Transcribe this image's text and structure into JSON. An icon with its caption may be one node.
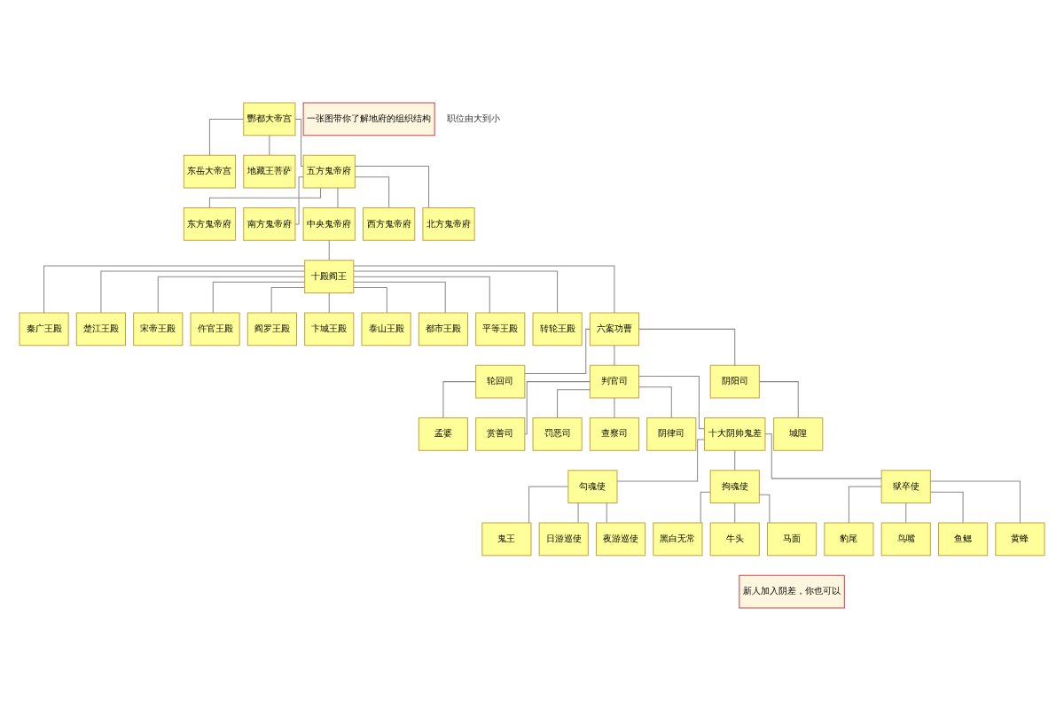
{
  "diagram": {
    "nodes": [
      {
        "text": [
          "酆都大帝宫"
        ]
      },
      {
        "text": [
          "东岳大帝宫"
        ]
      },
      {
        "text": [
          "地藏王菩萨"
        ]
      },
      {
        "text": [
          "五方鬼帝府"
        ]
      },
      {
        "text": [
          "东方鬼帝府"
        ]
      },
      {
        "text": [
          "南方鬼帝府"
        ]
      },
      {
        "text": [
          "中央鬼帝府"
        ]
      },
      {
        "text": [
          "西方鬼帝府"
        ]
      },
      {
        "text": [
          "北方鬼帝府"
        ]
      },
      {
        "text": [
          "十殿阎王"
        ]
      },
      {
        "text": [
          "秦广王殿"
        ]
      },
      {
        "text": [
          "楚江王殿"
        ]
      },
      {
        "text": [
          "宋帝王殿"
        ]
      },
      {
        "text": [
          "仵官王殿"
        ]
      },
      {
        "text": [
          "阎罗王殿"
        ]
      },
      {
        "text": [
          "卞城王殿"
        ]
      },
      {
        "text": [
          "泰山王殿"
        ]
      },
      {
        "text": [
          "都市王殿"
        ]
      },
      {
        "text": [
          "平等王殿"
        ]
      },
      {
        "text": [
          "转轮王殿"
        ]
      },
      {
        "text": [
          "六案功曹"
        ]
      },
      {
        "text": [
          "轮回司"
        ]
      },
      {
        "text": [
          "判官司"
        ]
      },
      {
        "text": [
          "阴阳司"
        ]
      },
      {
        "text": [
          "孟婆"
        ]
      },
      {
        "text": [
          "赏善司"
        ]
      },
      {
        "text": [
          "罚恶司"
        ]
      },
      {
        "text": [
          "查察司"
        ]
      },
      {
        "text": [
          "阴律司"
        ]
      },
      {
        "text": [
          "城隍"
        ]
      },
      {
        "text": [
          "十大阴帅鬼差"
        ]
      },
      {
        "text": [
          "勾魂使"
        ]
      },
      {
        "text": [
          "拘魂使"
        ]
      },
      {
        "text": [
          "狱卒使"
        ]
      },
      {
        "text": [
          "鬼王"
        ]
      },
      {
        "text": [
          "日游巡使"
        ]
      },
      {
        "text": [
          "夜游巡使"
        ]
      },
      {
        "text": [
          "黑白无常"
        ]
      },
      {
        "text": [
          "牛头"
        ]
      },
      {
        "text": [
          "马面"
        ]
      },
      {
        "text": [
          "豹尾"
        ]
      },
      {
        "text": [
          "鸟嘴"
        ]
      },
      {
        "text": [
          "鱼鳃"
        ]
      },
      {
        "text": [
          "黄蜂"
        ]
      },
      {
        "text": [
          "新人加入阴差，你也可以"
        ]
      },
      {
        "text": [
          "一张图带你了解地府的组织结构"
        ]
      }
    ],
    "edges": [
      {
        "from": 0,
        "to": 1,
        "arrow": "none"
      },
      {
        "from": 0,
        "to": 2,
        "arrow": "none"
      },
      {
        "from": 0,
        "to": 3,
        "arrow": "none"
      },
      {
        "from": 3,
        "to": 4,
        "arrow": "none"
      },
      {
        "from": 3,
        "to": 5,
        "arrow": "none"
      },
      {
        "from": 3,
        "to": 6,
        "arrow": "none"
      },
      {
        "from": 3,
        "to": 7,
        "arrow": "none"
      },
      {
        "from": 3,
        "to": 8,
        "arrow": "none"
      },
      {
        "from": 6,
        "to": 9,
        "arrow": "none"
      },
      {
        "from": 9,
        "to": 10,
        "arrow": "none"
      },
      {
        "from": 9,
        "to": 11,
        "arrow": "none"
      },
      {
        "from": 9,
        "to": 12,
        "arrow": "none"
      },
      {
        "from": 9,
        "to": 13,
        "arrow": "none"
      },
      {
        "from": 9,
        "to": 14,
        "arrow": "none"
      },
      {
        "from": 9,
        "to": 15,
        "arrow": "none"
      },
      {
        "from": 9,
        "to": 16,
        "arrow": "none"
      },
      {
        "from": 9,
        "to": 17,
        "arrow": "none"
      },
      {
        "from": 9,
        "to": 18,
        "arrow": "none"
      },
      {
        "from": 9,
        "to": 19,
        "arrow": "none"
      },
      {
        "from": 9,
        "to": 20,
        "arrow": "none"
      },
      {
        "from": 20,
        "to": 21,
        "arrow": "none"
      },
      {
        "from": 20,
        "to": 22,
        "arrow": "none"
      },
      {
        "from": 20,
        "to": 23,
        "arrow": "none"
      },
      {
        "from": 21,
        "to": 24,
        "arrow": "none"
      },
      {
        "from": 22,
        "to": 25,
        "arrow": "none"
      },
      {
        "from": 22,
        "to": 26,
        "arrow": "none"
      },
      {
        "from": 22,
        "to": 27,
        "arrow": "none"
      },
      {
        "from": 22,
        "to": 28,
        "arrow": "none"
      },
      {
        "from": 23,
        "to": 29,
        "arrow": "none"
      },
      {
        "from": 22,
        "to": 30,
        "arrow": "none"
      },
      {
        "from": 30,
        "to": 31,
        "arrow": "none"
      },
      {
        "from": 30,
        "to": 32,
        "arrow": "none"
      },
      {
        "from": 30,
        "to": 33,
        "arrow": "none"
      },
      {
        "from": 31,
        "to": 34,
        "arrow": "none"
      },
      {
        "from": 31,
        "to": 35,
        "arrow": "none"
      },
      {
        "from": 31,
        "to": 36,
        "arrow": "none"
      },
      {
        "from": 32,
        "to": 37,
        "arrow": "none"
      },
      {
        "from": 32,
        "to": 38,
        "arrow": "none"
      },
      {
        "from": 32,
        "to": 39,
        "arrow": "none"
      },
      {
        "from": 33,
        "to": 40,
        "arrow": "none"
      },
      {
        "from": 33,
        "to": 41,
        "arrow": "none"
      },
      {
        "from": 33,
        "to": 42,
        "arrow": "none"
      },
      {
        "from": 33,
        "to": 43,
        "arrow": "none"
      }
    ],
    "labels": [
      "职位由大到小"
    ]
  }
}
